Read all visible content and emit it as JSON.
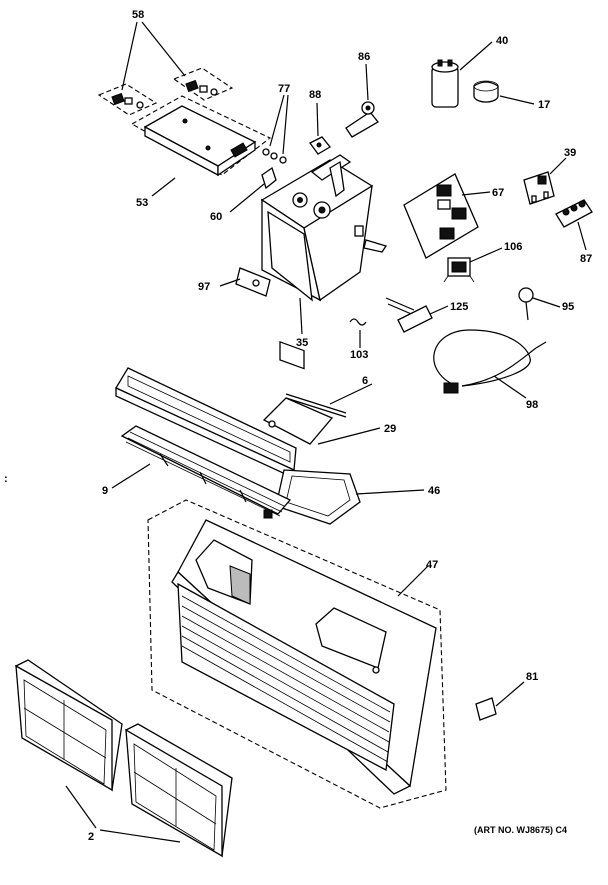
{
  "callouts": {
    "c58": "58",
    "c86": "86",
    "c40": "40",
    "c77": "77",
    "c88": "88",
    "c17": "17",
    "c39": "39",
    "c67": "67",
    "c53": "53",
    "c60": "60",
    "c106": "106",
    "c87": "87",
    "c97": "97",
    "c125": "125",
    "c95": "95",
    "c35": "35",
    "c103": "103",
    "c6": "6",
    "c98": "98",
    "c29": "29",
    "c9": "9",
    "c46": "46",
    "c47": "47",
    "c81": "81",
    "c2": "2"
  },
  "art_number": "(ART NO. WJ8675) C4"
}
